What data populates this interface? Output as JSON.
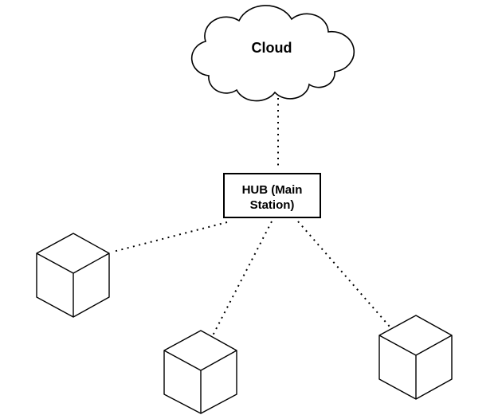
{
  "colors": {
    "background": "#ffffff",
    "stroke": "#000000",
    "text": "#000000"
  },
  "diagram": {
    "cloud": {
      "label": "Cloud"
    },
    "hub": {
      "label": "HUB (Main Station)",
      "label_lines": [
        "HUB (Main",
        "Station)"
      ]
    },
    "cubes": [
      {
        "id": "cube-left",
        "label": ""
      },
      {
        "id": "cube-center",
        "label": ""
      },
      {
        "id": "cube-right",
        "label": ""
      }
    ],
    "connections": [
      {
        "from": "cloud",
        "to": "hub",
        "style": "dotted"
      },
      {
        "from": "hub",
        "to": "cube-left",
        "style": "dotted"
      },
      {
        "from": "hub",
        "to": "cube-center",
        "style": "dotted"
      },
      {
        "from": "hub",
        "to": "cube-right",
        "style": "dotted"
      }
    ]
  }
}
